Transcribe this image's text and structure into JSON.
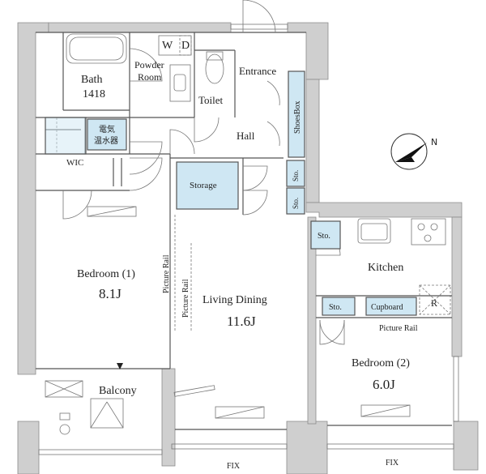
{
  "rooms": {
    "bath": {
      "label": "Bath",
      "size": "1418"
    },
    "powder_room": {
      "line1": "Powder",
      "line2": "Room"
    },
    "wd": "W",
    "wd2": "D",
    "toilet": "Toilet",
    "entrance": "Entrance",
    "shoes_box": "ShoesBox",
    "water_heater": {
      "line1": "電気",
      "line2": "温水器"
    },
    "hall": "Hall",
    "wic": "WIC",
    "storage": "Storage",
    "sto_a": "Sto.",
    "sto_b": "Sto.",
    "sto_c": "Sto.",
    "sto_d": "Sto.",
    "kitchen": "Kitchen",
    "cupboard": "Cupboard",
    "refrigerator": "R",
    "bedroom1": {
      "label": "Bedroom (1)",
      "size": "8.1J"
    },
    "living_dining": {
      "label": "Living Dining",
      "size": "11.6J"
    },
    "bedroom2": {
      "label": "Bedroom (2)",
      "size": "6.0J"
    },
    "balcony": "Balcony"
  },
  "annotations": {
    "picture_rail_1": "Picture Rail",
    "picture_rail_2": "Picture Rail",
    "picture_rail_3": "Picture Rail",
    "fix_1": "FIX",
    "fix_2": "FIX"
  },
  "compass": {
    "label": "N",
    "icon": "north-arrow-icon"
  },
  "colors": {
    "storage_fill": "#cfe7f3",
    "wall_fill": "#cfcfcf"
  }
}
